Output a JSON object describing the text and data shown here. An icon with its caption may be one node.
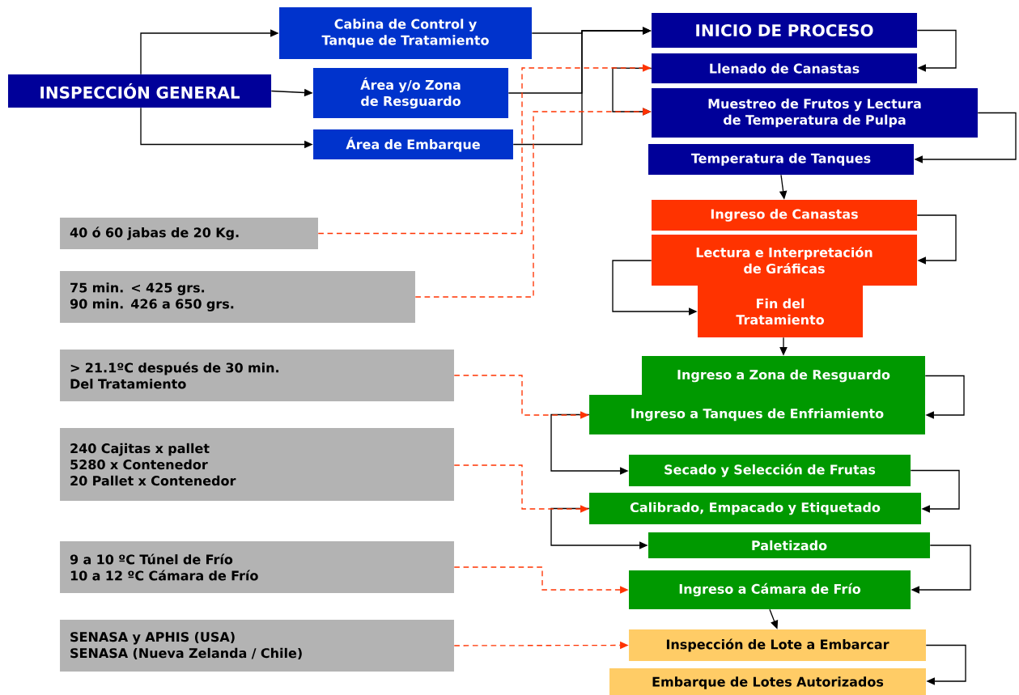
{
  "diagram": {
    "nodes": [
      {
        "text": [
          "INSPECCIÓN GENERAL"
        ]
      },
      {
        "text": [
          "Cabina de Control y Tanque de Tratamiento"
        ]
      },
      {
        "text": [
          "Área y/o Zona de Resguardo"
        ]
      },
      {
        "text": [
          "Área de Embarque"
        ]
      },
      {
        "text": [
          "INICIO DE PROCESO"
        ]
      },
      {
        "text": [
          "Llenado de Canastas"
        ]
      },
      {
        "text": [
          "Muestreo de Frutos y Lectura de Temperatura de Pulpa"
        ]
      },
      {
        "text": [
          "Temperatura de Tanques"
        ]
      },
      {
        "text": [
          "Ingreso de Canastas"
        ]
      },
      {
        "text": [
          "Lectura e Interpretación de Gráficas"
        ]
      },
      {
        "text": [
          "Fin del Tratamiento"
        ]
      },
      {
        "text": [
          "Ingreso a Zona de Resguardo"
        ]
      },
      {
        "text": [
          "Ingreso a Tanques de Enfriamiento"
        ]
      },
      {
        "text": [
          "Secado y Selección de Frutas"
        ]
      },
      {
        "text": [
          "Calibrado, Empacado y Etiquetado"
        ]
      },
      {
        "text": [
          "Paletizado"
        ]
      },
      {
        "text": [
          "Ingreso a Cámara de Frío"
        ]
      },
      {
        "text": [
          "Inspección de Lote a Embarcar"
        ]
      },
      {
        "text": [
          "Embarque de Lotes Autorizados"
        ]
      },
      {
        "text": [
          "40 ó 60 jabas de 20 Kg."
        ]
      },
      {
        "text": [
          "75 min. < 425 grs.",
          "90 min. 426 a 650 grs."
        ]
      },
      {
        "text": [
          "> 21.1ºC después de 30 min.",
          "Del Tratamiento"
        ]
      },
      {
        "text": [
          "240 Cajitas x pallet",
          "5280 x Contenedor",
          "20 Pallet x Contenedor"
        ]
      },
      {
        "text": [
          "9 a 10 ºC Túnel de Frío",
          "10 a 12 ºC Cámara de Frío"
        ]
      },
      {
        "text": [
          "SENASA y APHIS (USA)",
          "SENASA (Nueva Zelanda / Chile)"
        ]
      }
    ],
    "edges": [
      {
        "from": 0,
        "to": 1,
        "arrow": "to"
      },
      {
        "from": 0,
        "to": 2,
        "arrow": "to"
      },
      {
        "from": 0,
        "to": 3,
        "arrow": "to"
      },
      {
        "from": 1,
        "to": 4,
        "arrow": "to"
      },
      {
        "from": 2,
        "to": 4,
        "arrow": "to"
      },
      {
        "from": 3,
        "to": 4,
        "arrow": "to"
      },
      {
        "from": 4,
        "to": 5,
        "arrow": "to"
      },
      {
        "from": 5,
        "to": 6,
        "arrow": "to"
      },
      {
        "from": 6,
        "to": 7,
        "arrow": "to"
      },
      {
        "from": 7,
        "to": 8,
        "arrow": "to"
      },
      {
        "from": 8,
        "to": 9,
        "arrow": "to"
      },
      {
        "from": 9,
        "to": 10,
        "arrow": "to"
      },
      {
        "from": 10,
        "to": 11,
        "arrow": "to"
      },
      {
        "from": 11,
        "to": 12,
        "arrow": "to"
      },
      {
        "from": 12,
        "to": 13,
        "arrow": "to"
      },
      {
        "from": 13,
        "to": 14,
        "arrow": "to"
      },
      {
        "from": 14,
        "to": 15,
        "arrow": "to"
      },
      {
        "from": 15,
        "to": 16,
        "arrow": "to"
      },
      {
        "from": 16,
        "to": 17,
        "arrow": "to"
      },
      {
        "from": 17,
        "to": 18,
        "arrow": "to"
      },
      {
        "from": 19,
        "to": 5,
        "arrow": "to",
        "style": "dashed",
        "color": "#ff3300"
      },
      {
        "from": 20,
        "to": 6,
        "arrow": "to",
        "style": "dashed",
        "color": "#ff3300"
      },
      {
        "from": 21,
        "to": 12,
        "arrow": "to",
        "style": "dashed",
        "color": "#ff3300"
      },
      {
        "from": 22,
        "to": 14,
        "arrow": "to",
        "style": "dashed",
        "color": "#ff3300"
      },
      {
        "from": 23,
        "to": 16,
        "arrow": "to",
        "style": "dashed",
        "color": "#ff3300"
      },
      {
        "from": 24,
        "to": 17,
        "arrow": "to",
        "style": "dashed",
        "color": "#ff3300"
      }
    ]
  }
}
